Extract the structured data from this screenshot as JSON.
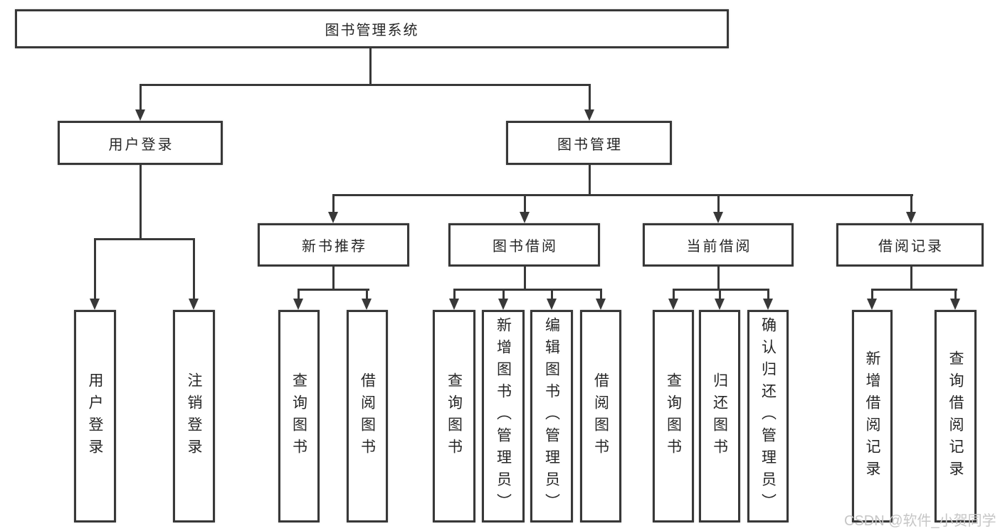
{
  "diagram": {
    "root": {
      "label": "图书管理系统"
    },
    "branches": [
      {
        "label": "用户登录",
        "children": [
          {
            "label": "用户登录"
          },
          {
            "label": "注销登录"
          }
        ]
      },
      {
        "label": "图书管理",
        "children": [
          {
            "label": "新书推荐",
            "children": [
              {
                "label": "查询图书"
              },
              {
                "label": "借阅图书"
              }
            ]
          },
          {
            "label": "图书借阅",
            "children": [
              {
                "label": "查询图书"
              },
              {
                "label": "新增图书（管理员）"
              },
              {
                "label": "编辑图书（管理员）"
              },
              {
                "label": "借阅图书"
              }
            ]
          },
          {
            "label": "当前借阅",
            "children": [
              {
                "label": "查询图书"
              },
              {
                "label": "归还图书"
              },
              {
                "label": "确认归还（管理员）"
              }
            ]
          },
          {
            "label": "借阅记录",
            "children": [
              {
                "label": "新增借阅记录"
              },
              {
                "label": "查询借阅记录"
              }
            ]
          }
        ]
      }
    ]
  },
  "watermark": {
    "text": "CSDN @软件_小贺同学"
  },
  "colors": {
    "line": "#383838",
    "text": "#262626",
    "watermark": "#c6c6c6",
    "background": "#ffffff"
  }
}
